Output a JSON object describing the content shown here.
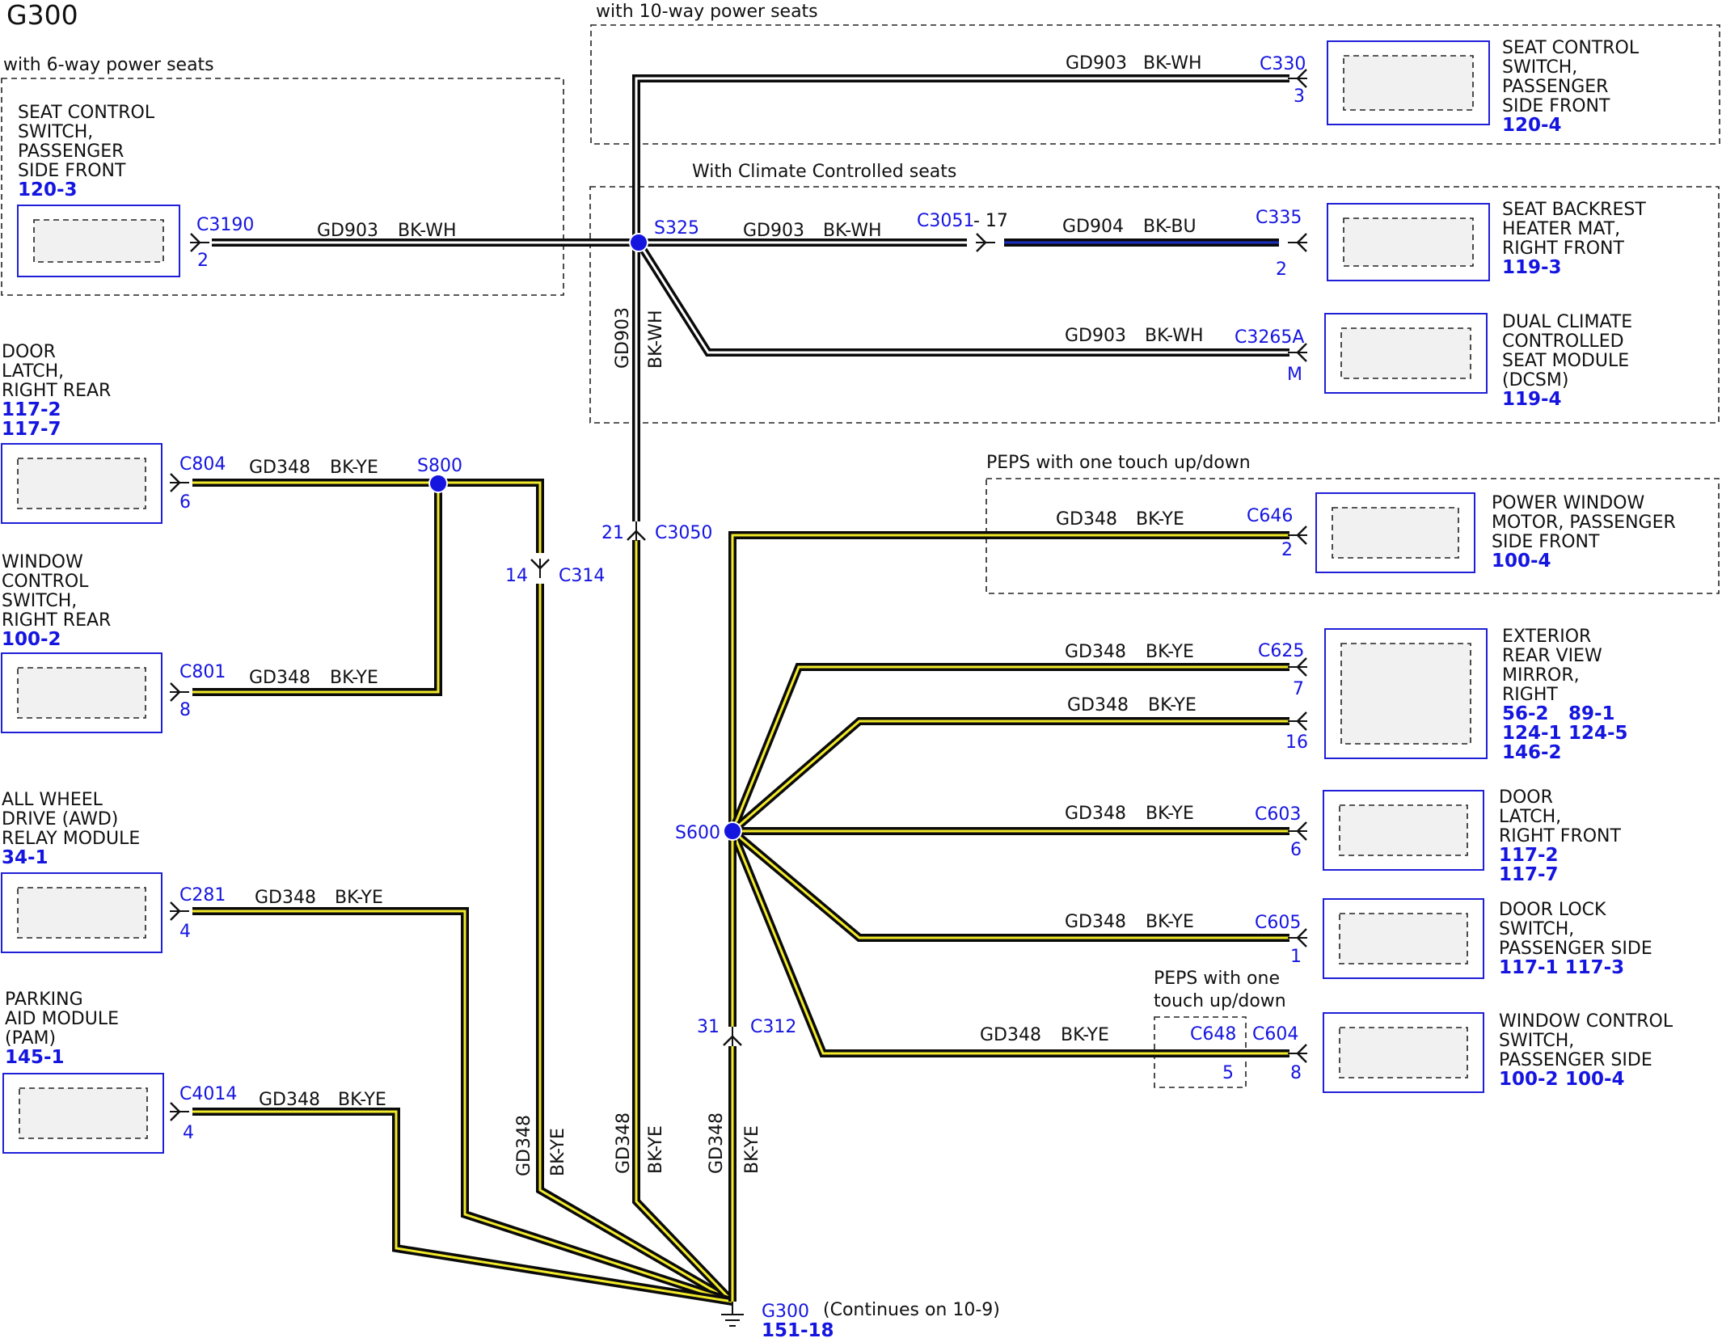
{
  "title": "G300",
  "ground": {
    "id": "G300",
    "ref": "151-18",
    "note": "(Continues on 10-9)"
  },
  "groups": {
    "six_way": "with 6-way power seats",
    "ten_way": "with 10-way power seats",
    "climate": "With Climate Controlled seats",
    "peps": "PEPS with one touch up/down",
    "peps_small_l1": "PEPS with one",
    "peps_small_l2": "touch up/down"
  },
  "components": {
    "seat_switch_6way": {
      "lines": [
        "SEAT CONTROL",
        "SWITCH,",
        "PASSENGER",
        "SIDE FRONT"
      ],
      "refs": [
        "120-3"
      ]
    },
    "seat_switch_10way": {
      "lines": [
        "SEAT CONTROL",
        "SWITCH,",
        "PASSENGER",
        "SIDE FRONT"
      ],
      "refs": [
        "120-4"
      ]
    },
    "backrest_heater": {
      "lines": [
        "SEAT BACKREST",
        "HEATER MAT,",
        "RIGHT FRONT"
      ],
      "refs": [
        "119-3"
      ]
    },
    "dcsm": {
      "lines": [
        "DUAL CLIMATE",
        "CONTROLLED",
        "SEAT MODULE",
        "(DCSM)"
      ],
      "refs": [
        "119-4"
      ]
    },
    "door_latch_rr": {
      "lines": [
        "DOOR",
        "LATCH,",
        "RIGHT REAR"
      ],
      "refs": [
        "117-2",
        "117-7"
      ]
    },
    "window_switch_rr": {
      "lines": [
        "WINDOW",
        "CONTROL",
        "SWITCH,",
        "RIGHT REAR"
      ],
      "refs": [
        "100-2"
      ]
    },
    "awd_module": {
      "lines": [
        "ALL WHEEL",
        "DRIVE (AWD)",
        "RELAY MODULE"
      ],
      "refs": [
        "34-1"
      ]
    },
    "pam": {
      "lines": [
        "PARKING",
        "AID MODULE",
        "(PAM)"
      ],
      "refs": [
        "145-1"
      ]
    },
    "power_window_motor": {
      "lines": [
        "POWER WINDOW",
        "MOTOR, PASSENGER",
        "SIDE FRONT"
      ],
      "refs": [
        "100-4"
      ]
    },
    "mirror": {
      "lines": [
        "EXTERIOR",
        "REAR VIEW",
        "MIRROR,",
        "RIGHT"
      ],
      "refs": [
        "56-2",
        "89-1",
        "124-1",
        "124-5",
        "146-2"
      ]
    },
    "door_latch_rf": {
      "lines": [
        "DOOR",
        "LATCH,",
        "RIGHT FRONT"
      ],
      "refs": [
        "117-2",
        "117-7"
      ]
    },
    "door_lock_switch": {
      "lines": [
        "DOOR LOCK",
        "SWITCH,",
        "PASSENGER SIDE"
      ],
      "refs": [
        "117-1 117-3"
      ]
    },
    "window_switch_ps": {
      "lines": [
        "WINDOW CONTROL",
        "SWITCH,",
        "PASSENGER SIDE"
      ],
      "refs": [
        "100-2",
        "100-4"
      ]
    }
  },
  "connectors": {
    "C3190": {
      "id": "C3190",
      "pin": "2"
    },
    "C330": {
      "id": "C330",
      "pin": "3"
    },
    "C3051": {
      "id": "C3051",
      "pin": "- 17"
    },
    "C335": {
      "id": "C335",
      "pin": "2"
    },
    "C3265A": {
      "id": "C3265A",
      "pin": "M"
    },
    "C804": {
      "id": "C804",
      "pin": "6"
    },
    "C801": {
      "id": "C801",
      "pin": "8"
    },
    "C281": {
      "id": "C281",
      "pin": "4"
    },
    "C4014": {
      "id": "C4014",
      "pin": "4"
    },
    "C3050": {
      "id": "C3050",
      "pin": "21"
    },
    "C314": {
      "id": "C314",
      "pin": "14"
    },
    "C312": {
      "id": "C312",
      "pin": "31"
    },
    "C646": {
      "id": "C646",
      "pin": "2"
    },
    "C625_7": {
      "id": "C625",
      "pin": "7"
    },
    "C625_16": {
      "id": "",
      "pin": "16"
    },
    "C603": {
      "id": "C603",
      "pin": "6"
    },
    "C605": {
      "id": "C605",
      "pin": "1"
    },
    "C604": {
      "id": "C604",
      "pin": "8"
    },
    "C648": {
      "id": "C648",
      "pin": "5"
    }
  },
  "splices": {
    "S325": "S325",
    "S800": "S800",
    "S600": "S600"
  },
  "circuits": {
    "gd903": "GD903",
    "gd904": "GD904",
    "gd348": "GD348",
    "bkwh": "BK-WH",
    "bkbu": "BK-BU",
    "bkye": "BK-YE"
  },
  "colors": {
    "wire_bkwh_stripe": "#ffffff",
    "wire_bkye_stripe": "#f2ea2a",
    "wire_bkbu_stripe": "#1a2fbf",
    "wire_black": "#0a0a0a",
    "label_blue": "#1515e0",
    "component_border": "#1f1fd8"
  }
}
